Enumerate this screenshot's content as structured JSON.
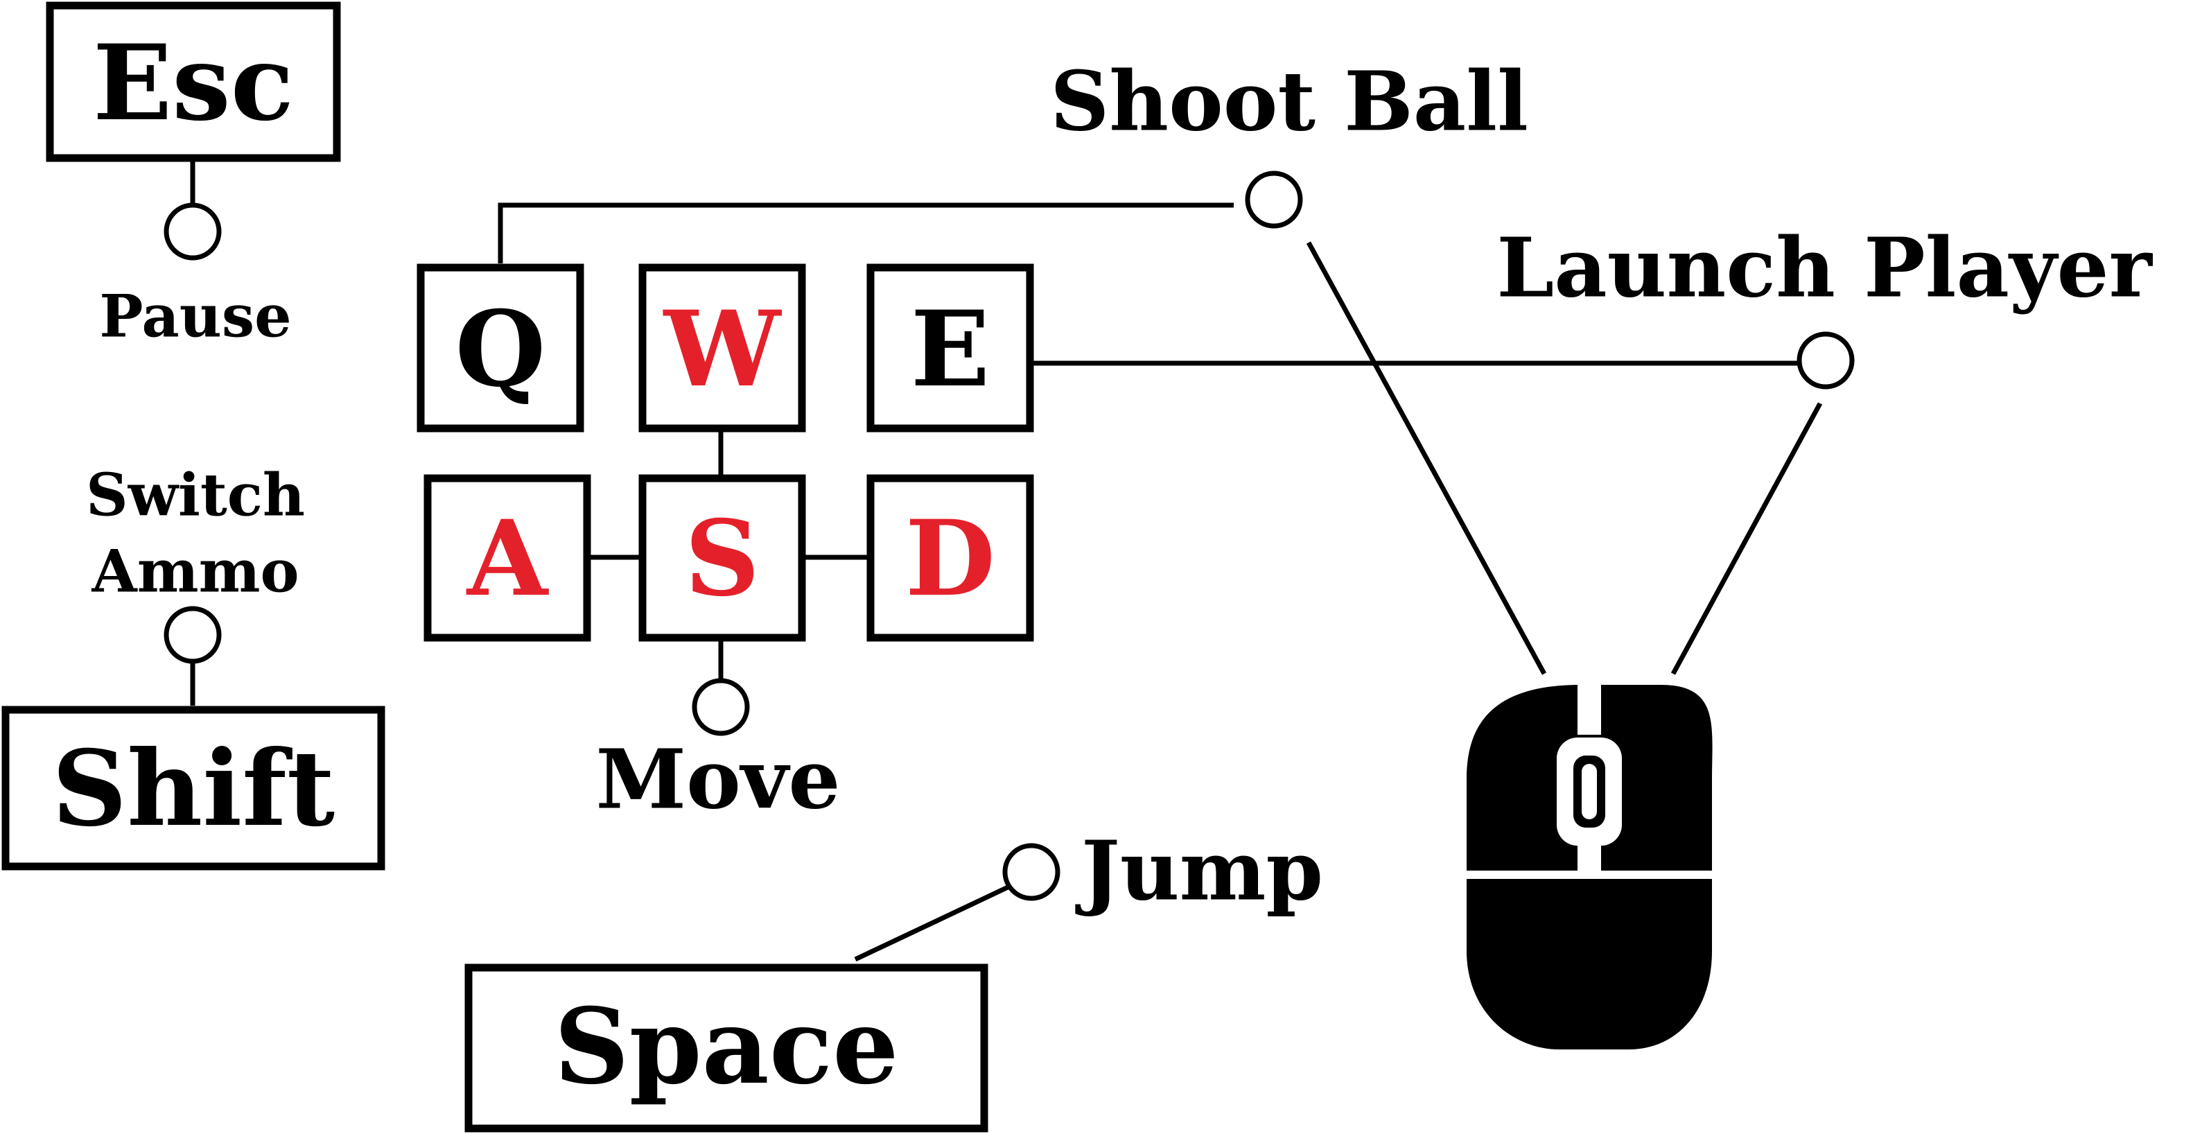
{
  "colors": {
    "ink": "#000000",
    "highlight": "#e4212b",
    "background": "#ffffff"
  },
  "keys": {
    "esc": "Esc",
    "shift": "Shift",
    "space": "Space",
    "q": "Q",
    "w": "W",
    "e": "E",
    "a": "A",
    "s": "S",
    "d": "D"
  },
  "labels": {
    "pause": "Pause",
    "switch_ammo_line1": "Switch",
    "switch_ammo_line2": "Ammo",
    "move": "Move",
    "shoot_ball": "Shoot Ball",
    "launch_player": "Launch Player",
    "jump": "Jump"
  },
  "icons": {
    "mouse": "computer-mouse-icon"
  }
}
